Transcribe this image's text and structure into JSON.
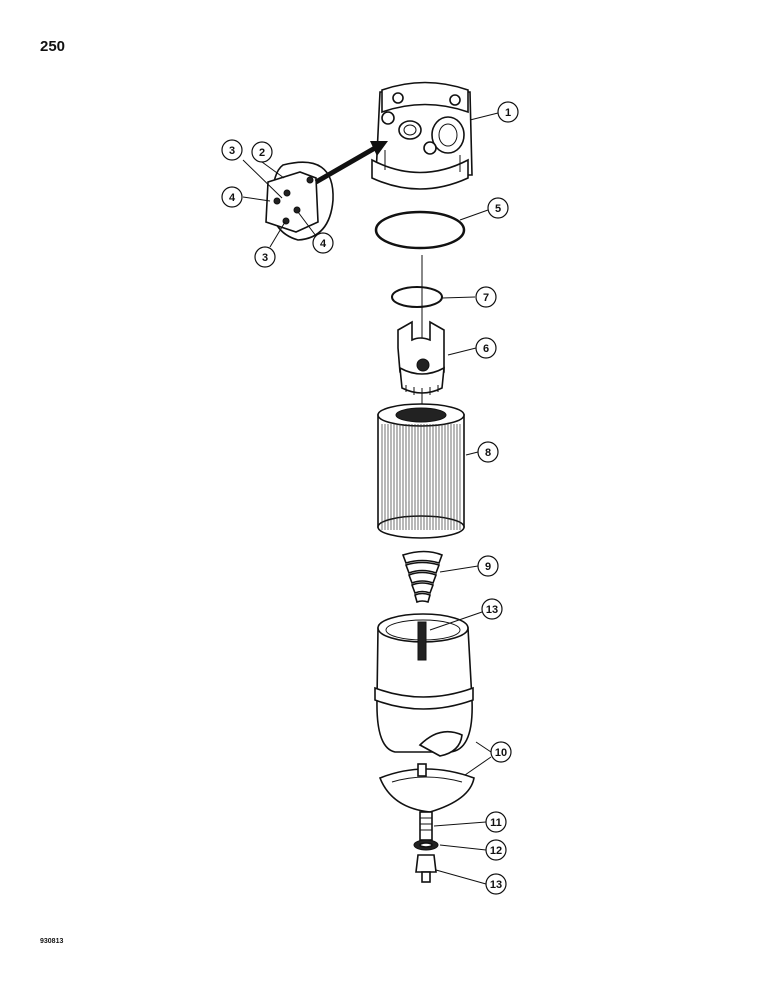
{
  "page_number": "250",
  "figure_code": "930813",
  "callouts": [
    {
      "id": "c1",
      "label": "1"
    },
    {
      "id": "c2",
      "label": "2"
    },
    {
      "id": "c3a",
      "label": "3"
    },
    {
      "id": "c3b",
      "label": "3"
    },
    {
      "id": "c4a",
      "label": "4"
    },
    {
      "id": "c4b",
      "label": "4"
    },
    {
      "id": "c5",
      "label": "5"
    },
    {
      "id": "c7",
      "label": "7"
    },
    {
      "id": "c6",
      "label": "6"
    },
    {
      "id": "c8",
      "label": "8"
    },
    {
      "id": "c9",
      "label": "9"
    },
    {
      "id": "c13a",
      "label": "13"
    },
    {
      "id": "c10",
      "label": "10"
    },
    {
      "id": "c11",
      "label": "11"
    },
    {
      "id": "c12",
      "label": "12"
    },
    {
      "id": "c13b",
      "label": "13"
    }
  ]
}
